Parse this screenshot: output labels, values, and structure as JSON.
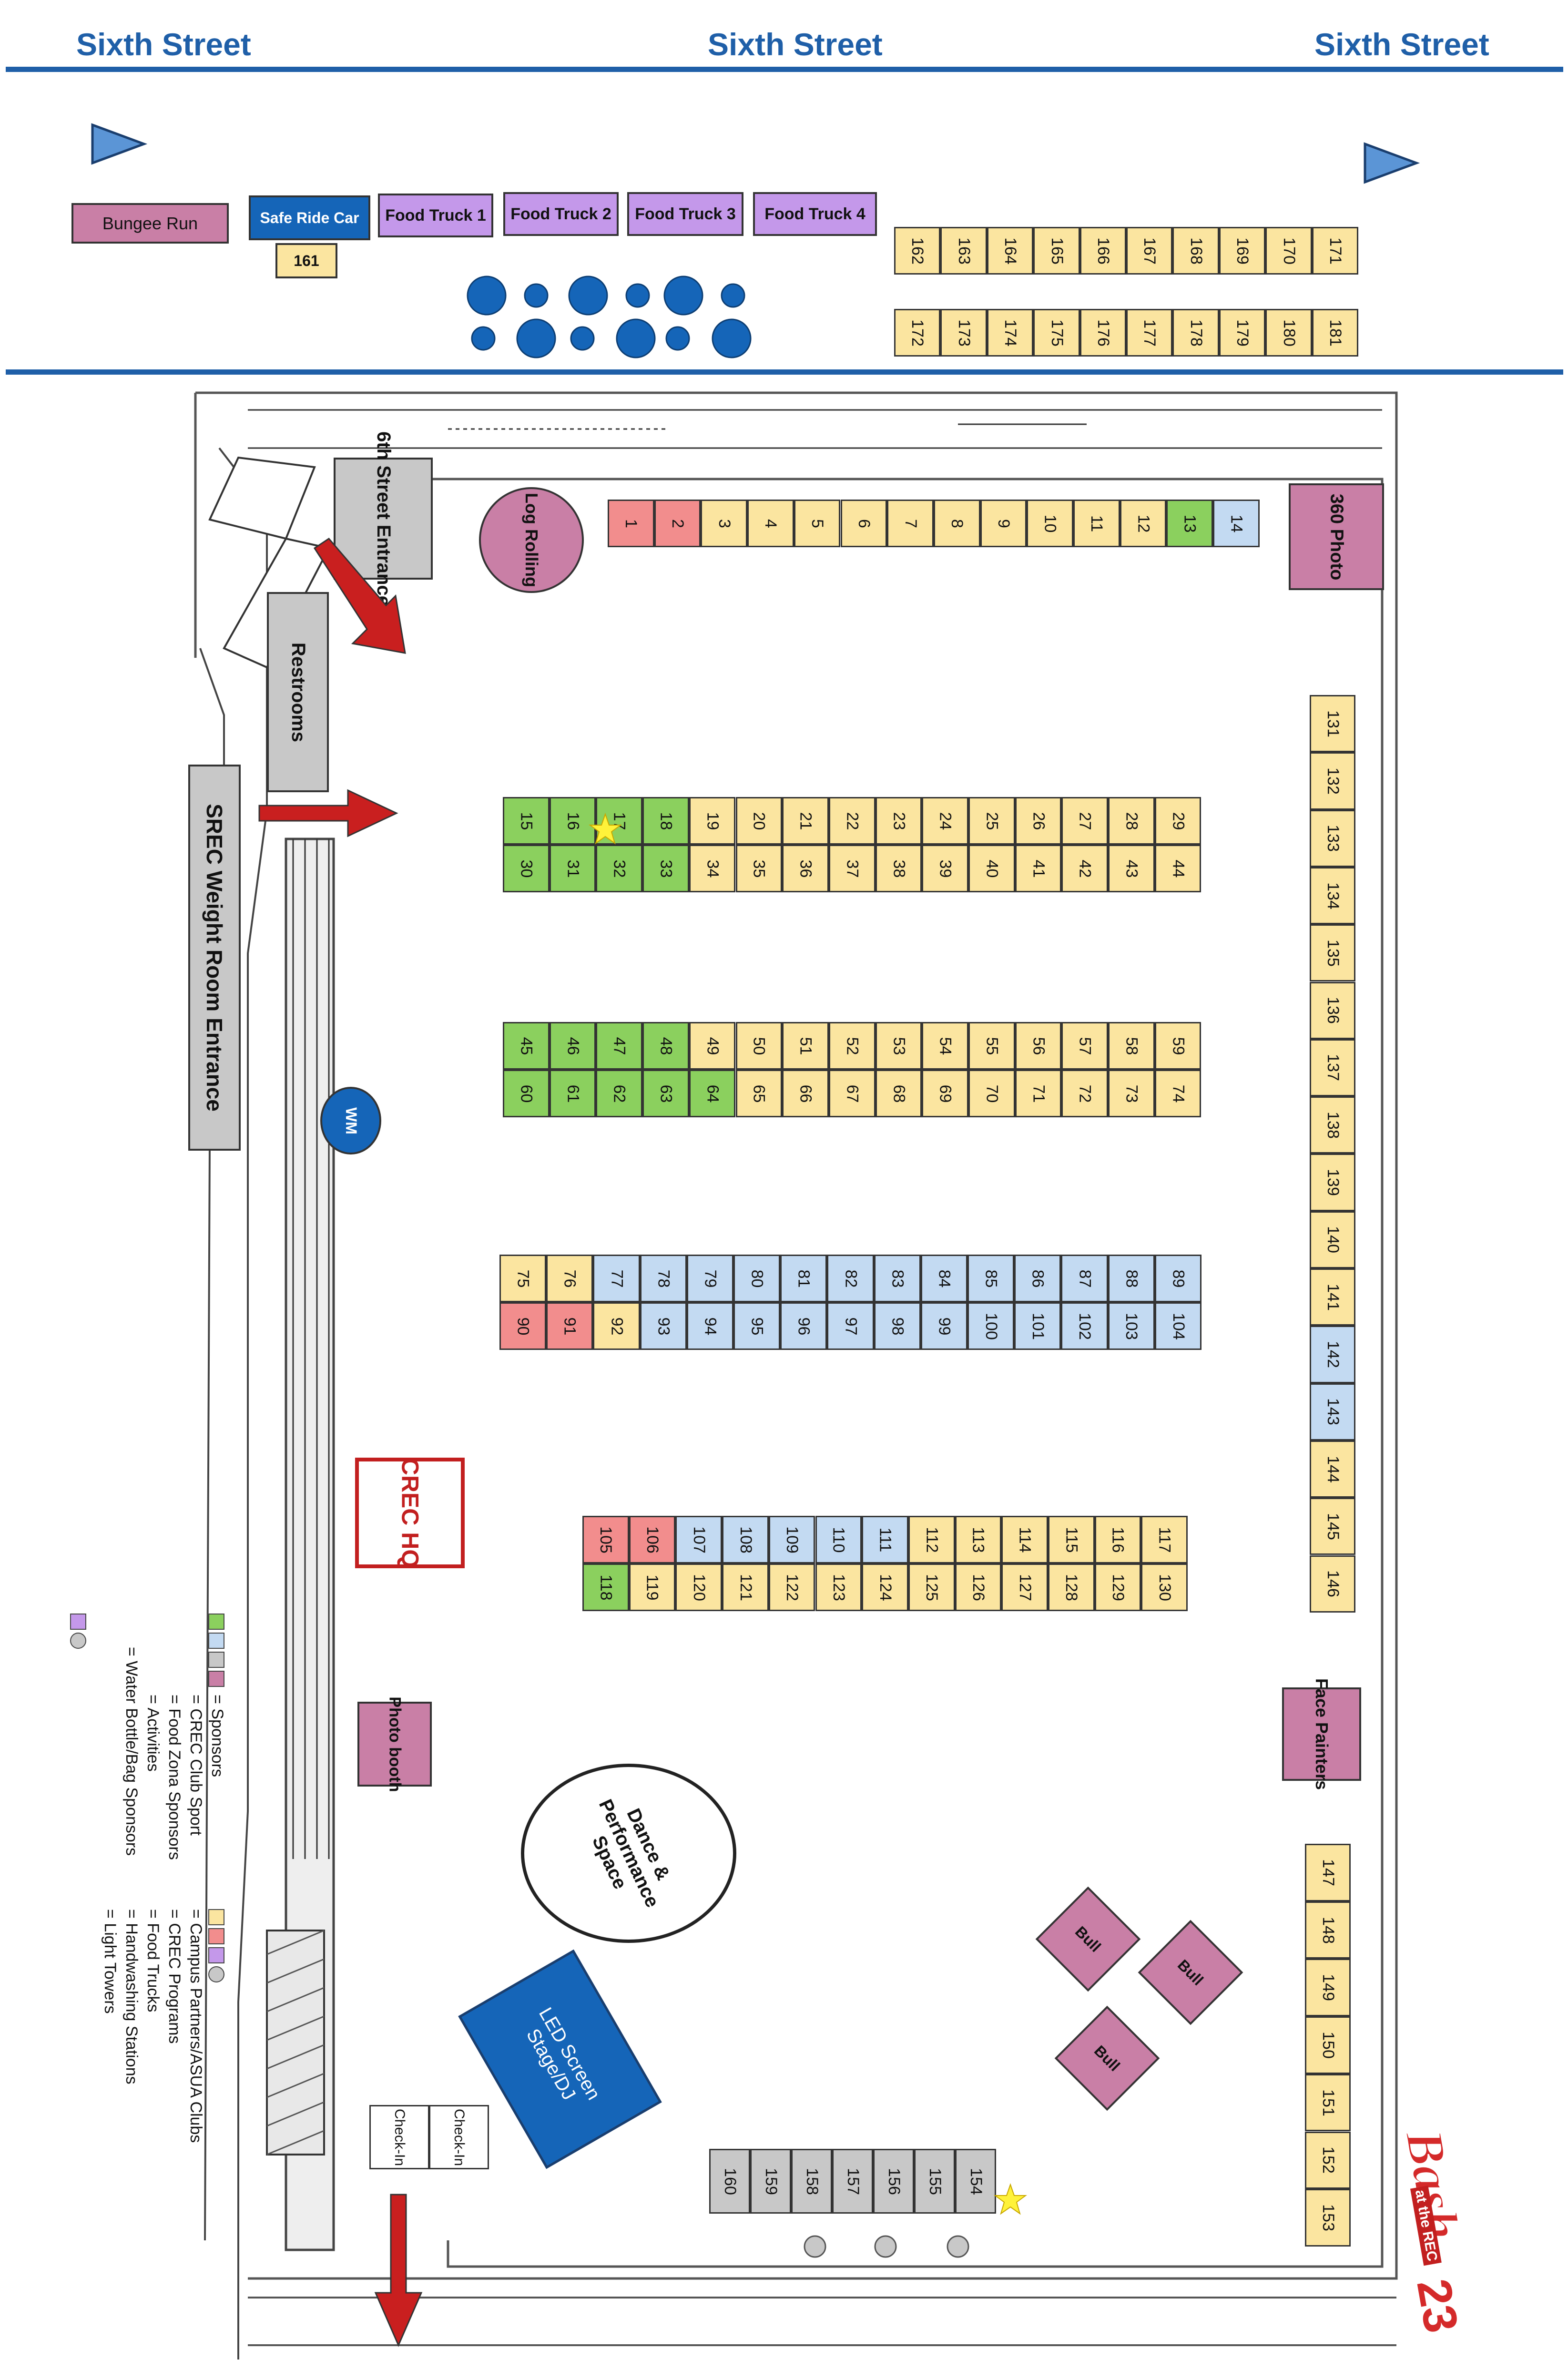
{
  "streets": [
    "Sixth Street",
    "Sixth Street",
    "Sixth Street"
  ],
  "top_area": {
    "bungee": "Bungee Run",
    "safe_ride": "Safe Ride Car",
    "safe_ride_booth": "161",
    "food_trucks": [
      "Food Truck 1",
      "Food Truck 2",
      "Food Truck 3",
      "Food Truck 4"
    ],
    "row_a": [
      "162",
      "163",
      "164",
      "165",
      "166",
      "167",
      "168",
      "169",
      "170",
      "171"
    ],
    "row_b": [
      "172",
      "173",
      "174",
      "175",
      "176",
      "177",
      "178",
      "179",
      "180",
      "181"
    ]
  },
  "venue": {
    "entrance_6th": "6th Street Entrance",
    "restrooms": "Restrooms",
    "srec_entrance": "SREC Weight Room Entrance",
    "log_rolling": "Log Rolling",
    "photo_360": "360 Photo",
    "wm": "WM",
    "crec_hq": "CREC HQ",
    "photo_booth": "Photo booth",
    "face_painters": "Face Painters",
    "dance_space": "Dance & Performance Space",
    "stage": "LED Screen Stage/DJ",
    "bull": [
      "Bull",
      "Bull",
      "Bull"
    ],
    "check_in": [
      "Check-In",
      "Check-In"
    ]
  },
  "colors": {
    "sponsor": "#8bd05e",
    "club_sport": "#c3daf2",
    "food_zone": "#c8c8c8",
    "activity": "#c97fa6",
    "campus_partner": "#fbe5a0",
    "crec_program": "#f28d8d",
    "food_truck": "#c498ea",
    "street_blue": "#1f5fa8"
  },
  "booth_rows": {
    "row_1_14": [
      {
        "n": "1",
        "c": "pink"
      },
      {
        "n": "2",
        "c": "pink"
      },
      {
        "n": "3",
        "c": "yellow"
      },
      {
        "n": "4",
        "c": "yellow"
      },
      {
        "n": "5",
        "c": "yellow"
      },
      {
        "n": "6",
        "c": "yellow"
      },
      {
        "n": "7",
        "c": "yellow"
      },
      {
        "n": "8",
        "c": "yellow"
      },
      {
        "n": "9",
        "c": "yellow"
      },
      {
        "n": "10",
        "c": "yellow"
      },
      {
        "n": "11",
        "c": "yellow"
      },
      {
        "n": "12",
        "c": "yellow"
      },
      {
        "n": "13",
        "c": "green"
      },
      {
        "n": "14",
        "c": "blue"
      }
    ],
    "row_15_29": [
      {
        "n": "15",
        "c": "green"
      },
      {
        "n": "16",
        "c": "green"
      },
      {
        "n": "17",
        "c": "green"
      },
      {
        "n": "18",
        "c": "green"
      },
      {
        "n": "19",
        "c": "yellow"
      },
      {
        "n": "20",
        "c": "yellow"
      },
      {
        "n": "21",
        "c": "yellow"
      },
      {
        "n": "22",
        "c": "yellow"
      },
      {
        "n": "23",
        "c": "yellow"
      },
      {
        "n": "24",
        "c": "yellow"
      },
      {
        "n": "25",
        "c": "yellow"
      },
      {
        "n": "26",
        "c": "yellow"
      },
      {
        "n": "27",
        "c": "yellow"
      },
      {
        "n": "28",
        "c": "yellow"
      },
      {
        "n": "29",
        "c": "yellow"
      }
    ],
    "row_30_44": [
      {
        "n": "30",
        "c": "green"
      },
      {
        "n": "31",
        "c": "green"
      },
      {
        "n": "32",
        "c": "green"
      },
      {
        "n": "33",
        "c": "green"
      },
      {
        "n": "34",
        "c": "yellow"
      },
      {
        "n": "35",
        "c": "yellow"
      },
      {
        "n": "36",
        "c": "yellow"
      },
      {
        "n": "37",
        "c": "yellow"
      },
      {
        "n": "38",
        "c": "yellow"
      },
      {
        "n": "39",
        "c": "yellow"
      },
      {
        "n": "40",
        "c": "yellow"
      },
      {
        "n": "41",
        "c": "yellow"
      },
      {
        "n": "42",
        "c": "yellow"
      },
      {
        "n": "43",
        "c": "yellow"
      },
      {
        "n": "44",
        "c": "yellow"
      }
    ],
    "row_45_59": [
      {
        "n": "45",
        "c": "green"
      },
      {
        "n": "46",
        "c": "green"
      },
      {
        "n": "47",
        "c": "green"
      },
      {
        "n": "48",
        "c": "green"
      },
      {
        "n": "49",
        "c": "yellow"
      },
      {
        "n": "50",
        "c": "yellow"
      },
      {
        "n": "51",
        "c": "yellow"
      },
      {
        "n": "52",
        "c": "yellow"
      },
      {
        "n": "53",
        "c": "yellow"
      },
      {
        "n": "54",
        "c": "yellow"
      },
      {
        "n": "55",
        "c": "yellow"
      },
      {
        "n": "56",
        "c": "yellow"
      },
      {
        "n": "57",
        "c": "yellow"
      },
      {
        "n": "58",
        "c": "yellow"
      },
      {
        "n": "59",
        "c": "yellow"
      }
    ],
    "row_60_74": [
      {
        "n": "60",
        "c": "green"
      },
      {
        "n": "61",
        "c": "green"
      },
      {
        "n": "62",
        "c": "green"
      },
      {
        "n": "63",
        "c": "green"
      },
      {
        "n": "64",
        "c": "green"
      },
      {
        "n": "65",
        "c": "yellow"
      },
      {
        "n": "66",
        "c": "yellow"
      },
      {
        "n": "67",
        "c": "yellow"
      },
      {
        "n": "68",
        "c": "yellow"
      },
      {
        "n": "69",
        "c": "yellow"
      },
      {
        "n": "70",
        "c": "yellow"
      },
      {
        "n": "71",
        "c": "yellow"
      },
      {
        "n": "72",
        "c": "yellow"
      },
      {
        "n": "73",
        "c": "yellow"
      },
      {
        "n": "74",
        "c": "yellow"
      }
    ],
    "row_75_89": [
      {
        "n": "75",
        "c": "yellow"
      },
      {
        "n": "76",
        "c": "yellow"
      },
      {
        "n": "77",
        "c": "blue"
      },
      {
        "n": "78",
        "c": "blue"
      },
      {
        "n": "79",
        "c": "blue"
      },
      {
        "n": "80",
        "c": "blue"
      },
      {
        "n": "81",
        "c": "blue"
      },
      {
        "n": "82",
        "c": "blue"
      },
      {
        "n": "83",
        "c": "blue"
      },
      {
        "n": "84",
        "c": "blue"
      },
      {
        "n": "85",
        "c": "blue"
      },
      {
        "n": "86",
        "c": "blue"
      },
      {
        "n": "87",
        "c": "blue"
      },
      {
        "n": "88",
        "c": "blue"
      },
      {
        "n": "89",
        "c": "blue"
      }
    ],
    "row_90_104": [
      {
        "n": "90",
        "c": "pink"
      },
      {
        "n": "91",
        "c": "pink"
      },
      {
        "n": "92",
        "c": "yellow"
      },
      {
        "n": "93",
        "c": "blue"
      },
      {
        "n": "94",
        "c": "blue"
      },
      {
        "n": "95",
        "c": "blue"
      },
      {
        "n": "96",
        "c": "blue"
      },
      {
        "n": "97",
        "c": "blue"
      },
      {
        "n": "98",
        "c": "blue"
      },
      {
        "n": "99",
        "c": "blue"
      },
      {
        "n": "100",
        "c": "blue"
      },
      {
        "n": "101",
        "c": "blue"
      },
      {
        "n": "102",
        "c": "blue"
      },
      {
        "n": "103",
        "c": "blue"
      },
      {
        "n": "104",
        "c": "blue"
      }
    ],
    "row_105_117": [
      {
        "n": "105",
        "c": "pink"
      },
      {
        "n": "106",
        "c": "pink"
      },
      {
        "n": "107",
        "c": "blue"
      },
      {
        "n": "108",
        "c": "blue"
      },
      {
        "n": "109",
        "c": "blue"
      },
      {
        "n": "110",
        "c": "blue"
      },
      {
        "n": "111",
        "c": "blue"
      },
      {
        "n": "112",
        "c": "yellow"
      },
      {
        "n": "113",
        "c": "yellow"
      },
      {
        "n": "114",
        "c": "yellow"
      },
      {
        "n": "115",
        "c": "yellow"
      },
      {
        "n": "116",
        "c": "yellow"
      },
      {
        "n": "117",
        "c": "yellow"
      }
    ],
    "row_118_130": [
      {
        "n": "118",
        "c": "green"
      },
      {
        "n": "119",
        "c": "yellow"
      },
      {
        "n": "120",
        "c": "yellow"
      },
      {
        "n": "121",
        "c": "yellow"
      },
      {
        "n": "122",
        "c": "yellow"
      },
      {
        "n": "123",
        "c": "yellow"
      },
      {
        "n": "124",
        "c": "yellow"
      },
      {
        "n": "125",
        "c": "yellow"
      },
      {
        "n": "126",
        "c": "yellow"
      },
      {
        "n": "127",
        "c": "yellow"
      },
      {
        "n": "128",
        "c": "yellow"
      },
      {
        "n": "129",
        "c": "yellow"
      },
      {
        "n": "130",
        "c": "yellow"
      }
    ],
    "col_131_146": [
      {
        "n": "131",
        "c": "yellow"
      },
      {
        "n": "132",
        "c": "yellow"
      },
      {
        "n": "133",
        "c": "yellow"
      },
      {
        "n": "134",
        "c": "yellow"
      },
      {
        "n": "135",
        "c": "yellow"
      },
      {
        "n": "136",
        "c": "yellow"
      },
      {
        "n": "137",
        "c": "yellow"
      },
      {
        "n": "138",
        "c": "yellow"
      },
      {
        "n": "139",
        "c": "yellow"
      },
      {
        "n": "140",
        "c": "yellow"
      },
      {
        "n": "141",
        "c": "yellow"
      },
      {
        "n": "142",
        "c": "blue"
      },
      {
        "n": "143",
        "c": "blue"
      },
      {
        "n": "144",
        "c": "yellow"
      },
      {
        "n": "145",
        "c": "yellow"
      },
      {
        "n": "146",
        "c": "yellow"
      }
    ],
    "col_147_153": [
      {
        "n": "147",
        "c": "yellow"
      },
      {
        "n": "148",
        "c": "yellow"
      },
      {
        "n": "149",
        "c": "yellow"
      },
      {
        "n": "150",
        "c": "yellow"
      },
      {
        "n": "151",
        "c": "yellow"
      },
      {
        "n": "152",
        "c": "yellow"
      },
      {
        "n": "153",
        "c": "yellow"
      }
    ],
    "row_154_160": [
      {
        "n": "160",
        "c": "gray"
      },
      {
        "n": "159",
        "c": "gray"
      },
      {
        "n": "158",
        "c": "gray"
      },
      {
        "n": "157",
        "c": "gray"
      },
      {
        "n": "156",
        "c": "gray"
      },
      {
        "n": "155",
        "c": "gray"
      },
      {
        "n": "154",
        "c": "gray"
      }
    ]
  },
  "legend": {
    "sponsors": "= Sponsors",
    "club_sport": "= CREC Club Sport",
    "food_zone": "= Food Zona Sponsors",
    "activities": "= Activities",
    "water_bottle": "= Water Bottle/Bag Sponsors",
    "campus_partners": "= Campus Partners/ASUA Clubs",
    "crec_programs": "= CREC Programs",
    "food_trucks": "= Food Trucks",
    "handwashing": "= Handwashing Stations",
    "light_towers": "= Light Towers"
  },
  "logo": {
    "line1": "Bash",
    "line2": "at the REC",
    "line3": "23"
  }
}
